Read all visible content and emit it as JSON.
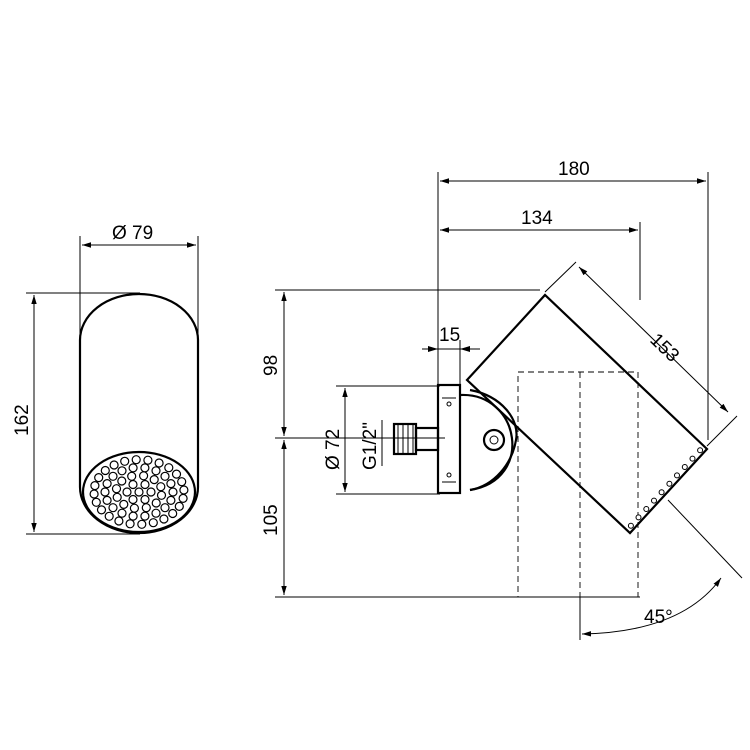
{
  "dimensions": {
    "front_diameter": "Ø 79",
    "front_height": "162",
    "overall_depth": "180",
    "pivot_depth": "134",
    "head_length": "153",
    "flange_thickness": "15",
    "flange_diameter": "Ø 72",
    "thread": "G1/2\"",
    "upper_height": "98",
    "lower_height": "105",
    "tilt_angle": "45°"
  }
}
